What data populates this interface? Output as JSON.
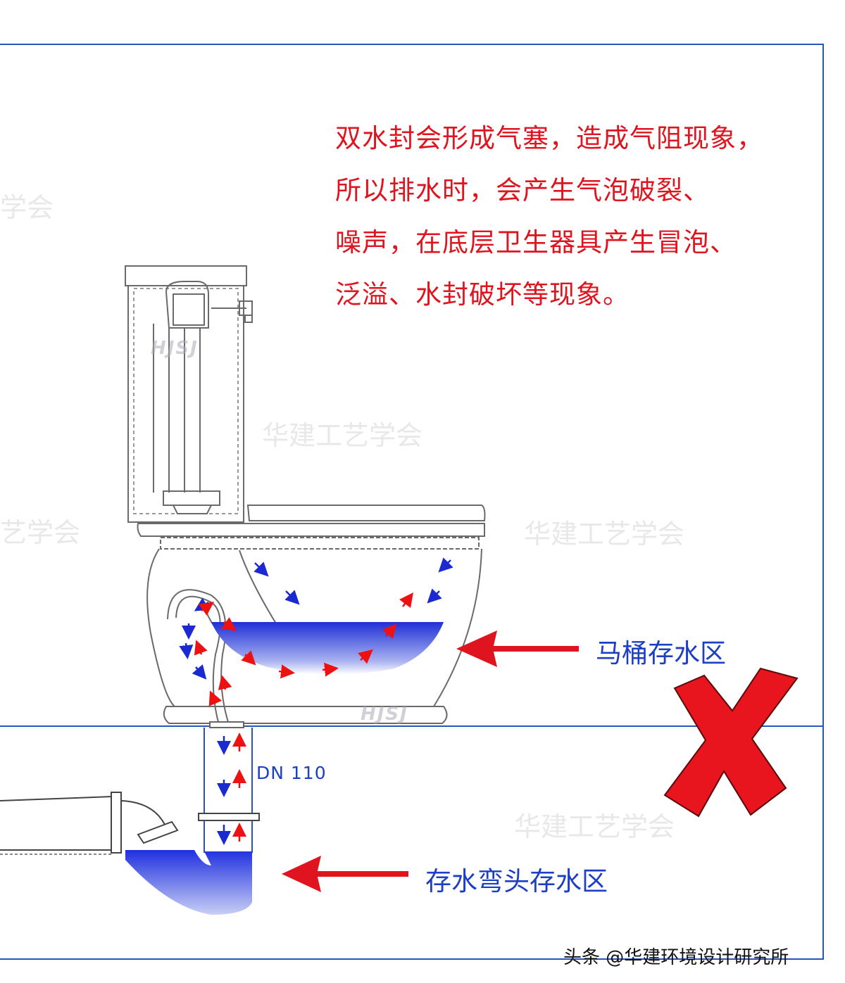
{
  "warning_text": {
    "line1": "双水封会形成气塞，造成气阻现象，",
    "line2": "所以排水时，会产生气泡破裂、",
    "line3": "噪声，在底层卫生器具产生冒泡、",
    "line4": "泛溢、水封破坏等现象。"
  },
  "labels": {
    "toilet_water_zone": "马桶存水区",
    "trap_water_zone": "存水弯头存水区",
    "pipe_size": "DN 110"
  },
  "watermarks": {
    "text": "华建工艺学会",
    "partial_left_top": "学会",
    "partial_left_mid": "艺学会",
    "logo": "HJSJ"
  },
  "credit": "头条 @华建环境设计研究所",
  "verdict_icon": "red-x-icon",
  "colors": {
    "warning_red": "#e0141e",
    "label_blue": "#1d3fc4",
    "frame_blue": "#2a55b8",
    "water_blue": "#1f2fd6",
    "arrow_red": "#ee1111",
    "arrow_blue": "#1a2ad0"
  }
}
